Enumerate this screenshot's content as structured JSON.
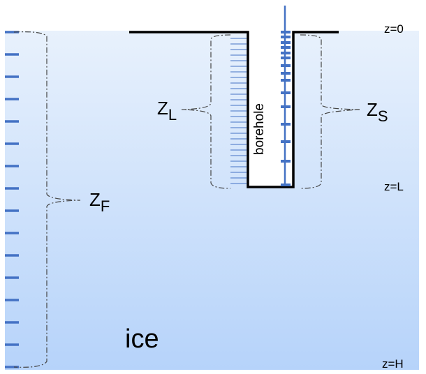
{
  "labels": {
    "z0": "z=0",
    "zL": "z=L",
    "zH": "z=H",
    "ice": "ice",
    "borehole": "borehole",
    "ZL_main": "Z",
    "ZL_sub": "L",
    "ZS_main": "Z",
    "ZS_sub": "S",
    "ZF_main": "Z",
    "ZF_sub": "F"
  },
  "colors": {
    "ice_top": "#e6f0fc",
    "ice_bottom": "#b4d2fa",
    "accent": "#4472c4",
    "wall": "#000000"
  }
}
